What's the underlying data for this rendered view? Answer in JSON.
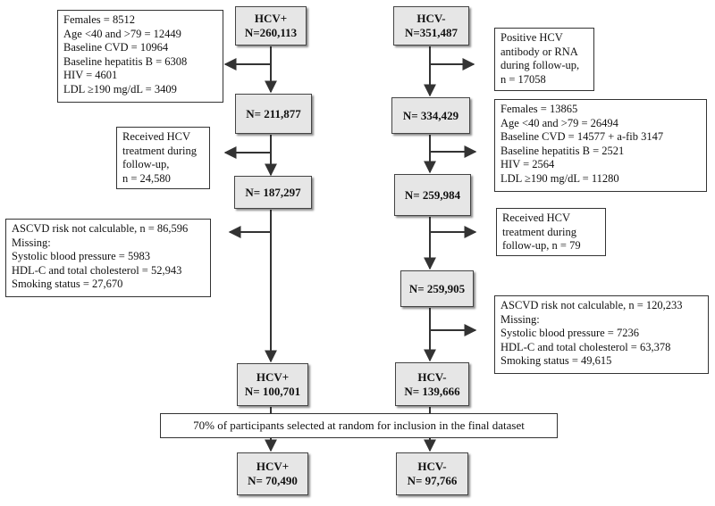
{
  "left_column": {
    "start": [
      "HCV+",
      "N=260,113"
    ],
    "step1": "N= 211,877",
    "step2": "N= 187,297",
    "pre_final": [
      "HCV+",
      "N= 100,701"
    ],
    "final": [
      "HCV+",
      "N= 70,490"
    ],
    "exclusions": [
      [
        "Females = 8512",
        "Age <40 and >79 = 12449",
        "Baseline CVD = 10964",
        "Baseline hepatitis B = 6308",
        "HIV = 4601",
        "LDL ≥190 mg/dL = 3409"
      ],
      [
        "Received HCV",
        "treatment during",
        "follow-up,",
        "n = 24,580"
      ],
      [
        "ASCVD risk not calculable, n = 86,596",
        "Missing:",
        "Systolic blood pressure = 5983",
        "HDL-C and total cholesterol = 52,943",
        "Smoking status = 27,670"
      ]
    ]
  },
  "right_column": {
    "start": [
      "HCV-",
      "N=351,487"
    ],
    "step1": "N= 334,429",
    "step2": "N= 259,984",
    "step3": "N= 259,905",
    "pre_final": [
      "HCV-",
      "N= 139,666"
    ],
    "final": [
      "HCV-",
      "N= 97,766"
    ],
    "exclusions": [
      [
        "Positive HCV",
        "antibody or RNA",
        "during follow-up,",
        "n = 17058"
      ],
      [
        "Females = 13865",
        "Age <40 and >79 = 26494",
        "Baseline CVD = 14577 + a-fib 3147",
        "Baseline hepatitis B = 2521",
        "HIV = 2564",
        "LDL ≥190 mg/dL = 11280"
      ],
      [
        "Received HCV",
        "treatment during",
        "follow-up, n = 79"
      ],
      [
        "ASCVD risk not calculable, n = 120,233",
        "Missing:",
        "Systolic blood pressure = 7236",
        "HDL-C and total cholesterol = 63,378",
        "Smoking status = 49,615"
      ]
    ]
  },
  "selection_note": "70% of participants selected at random for inclusion in the final dataset"
}
